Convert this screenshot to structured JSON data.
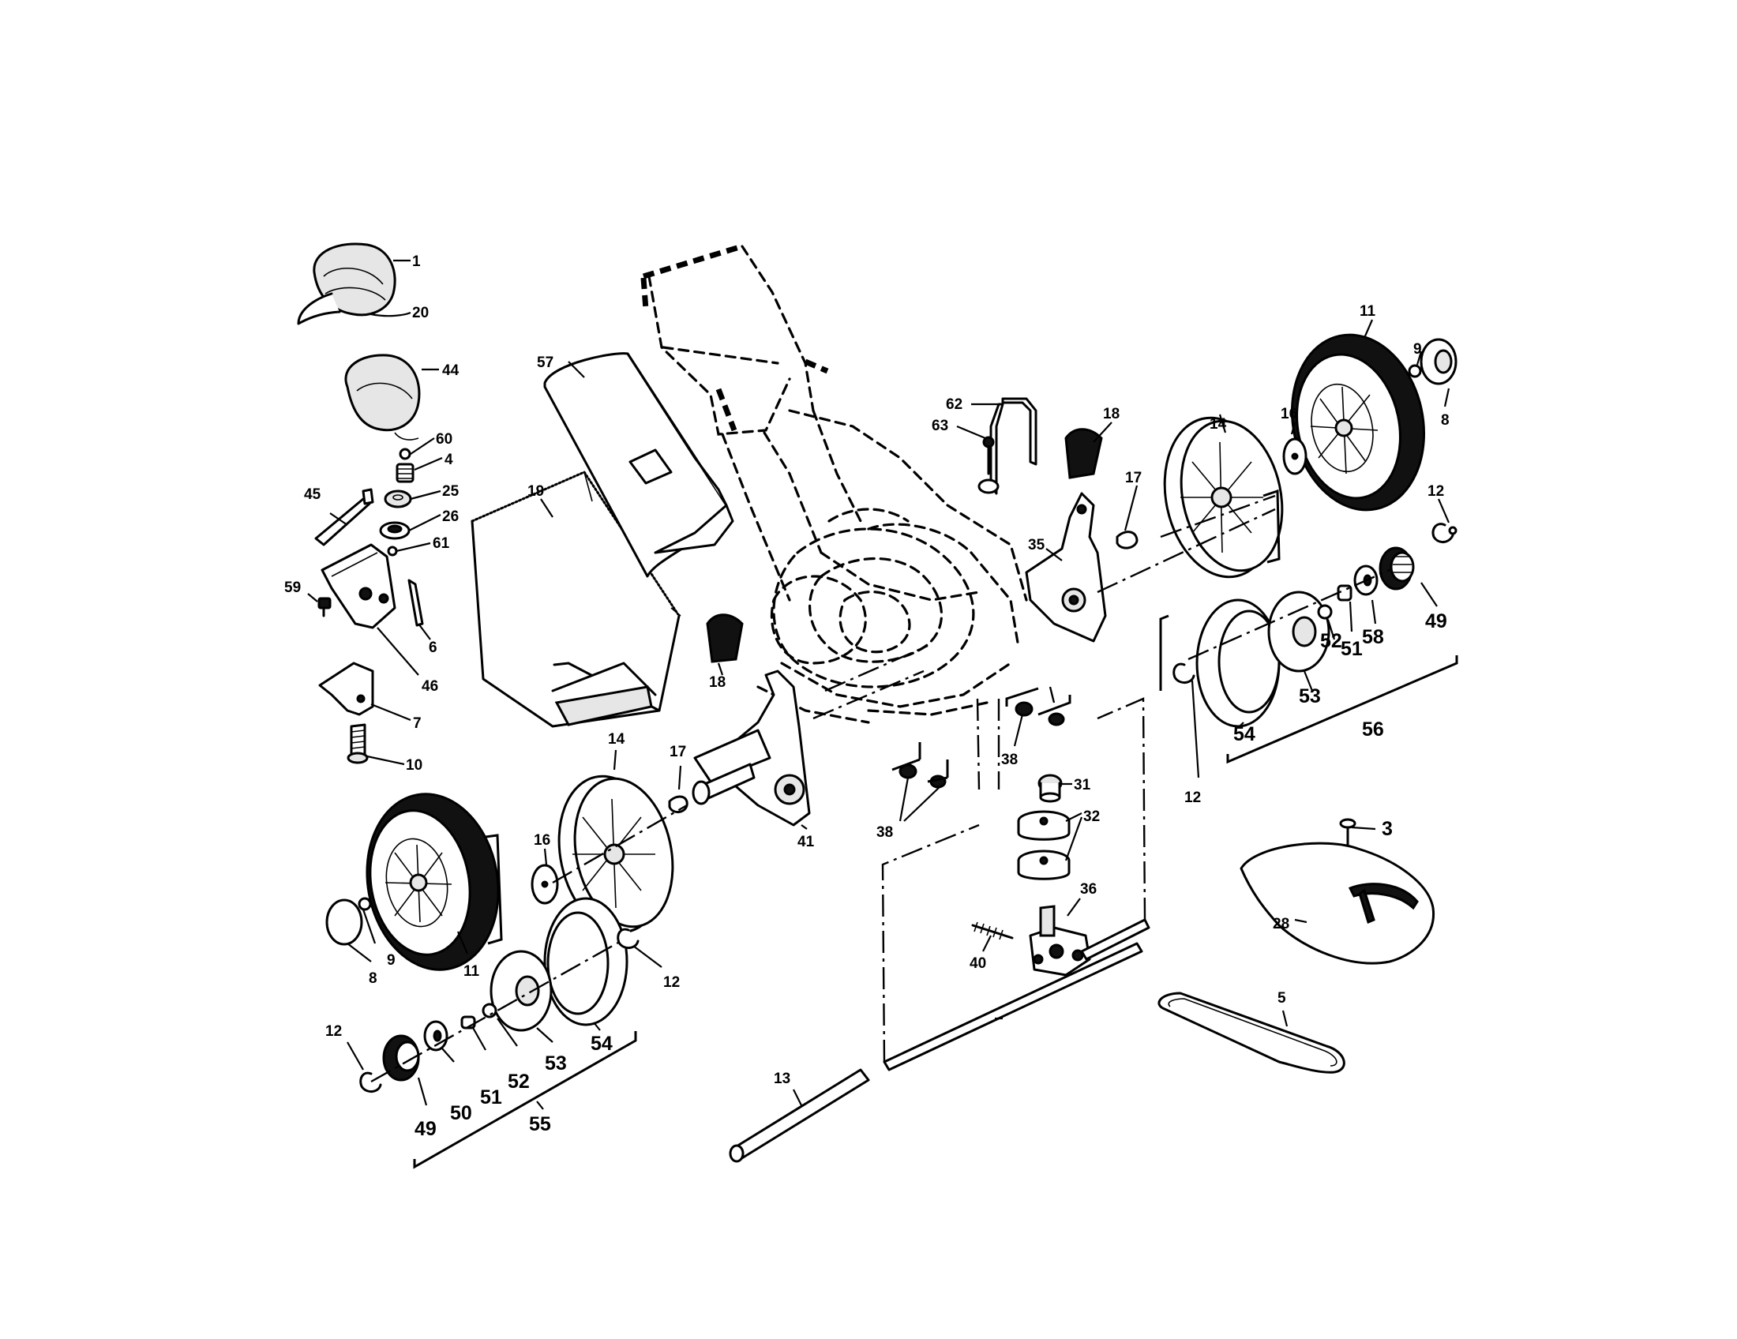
{
  "callouts": {
    "c1": "1",
    "c20": "20",
    "c44": "44",
    "c60": "60",
    "c4": "4",
    "c25": "25",
    "c26": "26",
    "c61": "61",
    "c45": "45",
    "c59": "59",
    "c6": "6",
    "c46": "46",
    "c7": "7",
    "c10": "10",
    "c19": "19",
    "c57": "57",
    "c18a": "18",
    "c18b": "18",
    "c62": "62",
    "c63": "63",
    "c35": "35",
    "c17a": "17",
    "c14a": "14",
    "c16a": "16",
    "c11a": "11",
    "c9a": "9",
    "c8a": "8",
    "c12a": "12",
    "c49a": "49",
    "c58": "58",
    "c51a": "51",
    "c52a": "52",
    "c53a": "53",
    "c54a": "54",
    "c12b": "12",
    "c56": "56",
    "c38a": "38",
    "c38b": "38",
    "c31": "31",
    "c32": "32",
    "c3": "3",
    "c28": "28",
    "c36": "36",
    "c40": "40",
    "c5": "5",
    "c13": "13",
    "c41": "41",
    "c17b": "17",
    "c14b": "14",
    "c16b": "16",
    "c11b": "11",
    "c9b": "9",
    "c8b": "8",
    "c12c": "12",
    "c54b": "54",
    "c53b": "53",
    "c52b": "52",
    "c51b": "51",
    "c50": "50",
    "c49b": "49",
    "c12d": "12",
    "c55": "55"
  }
}
